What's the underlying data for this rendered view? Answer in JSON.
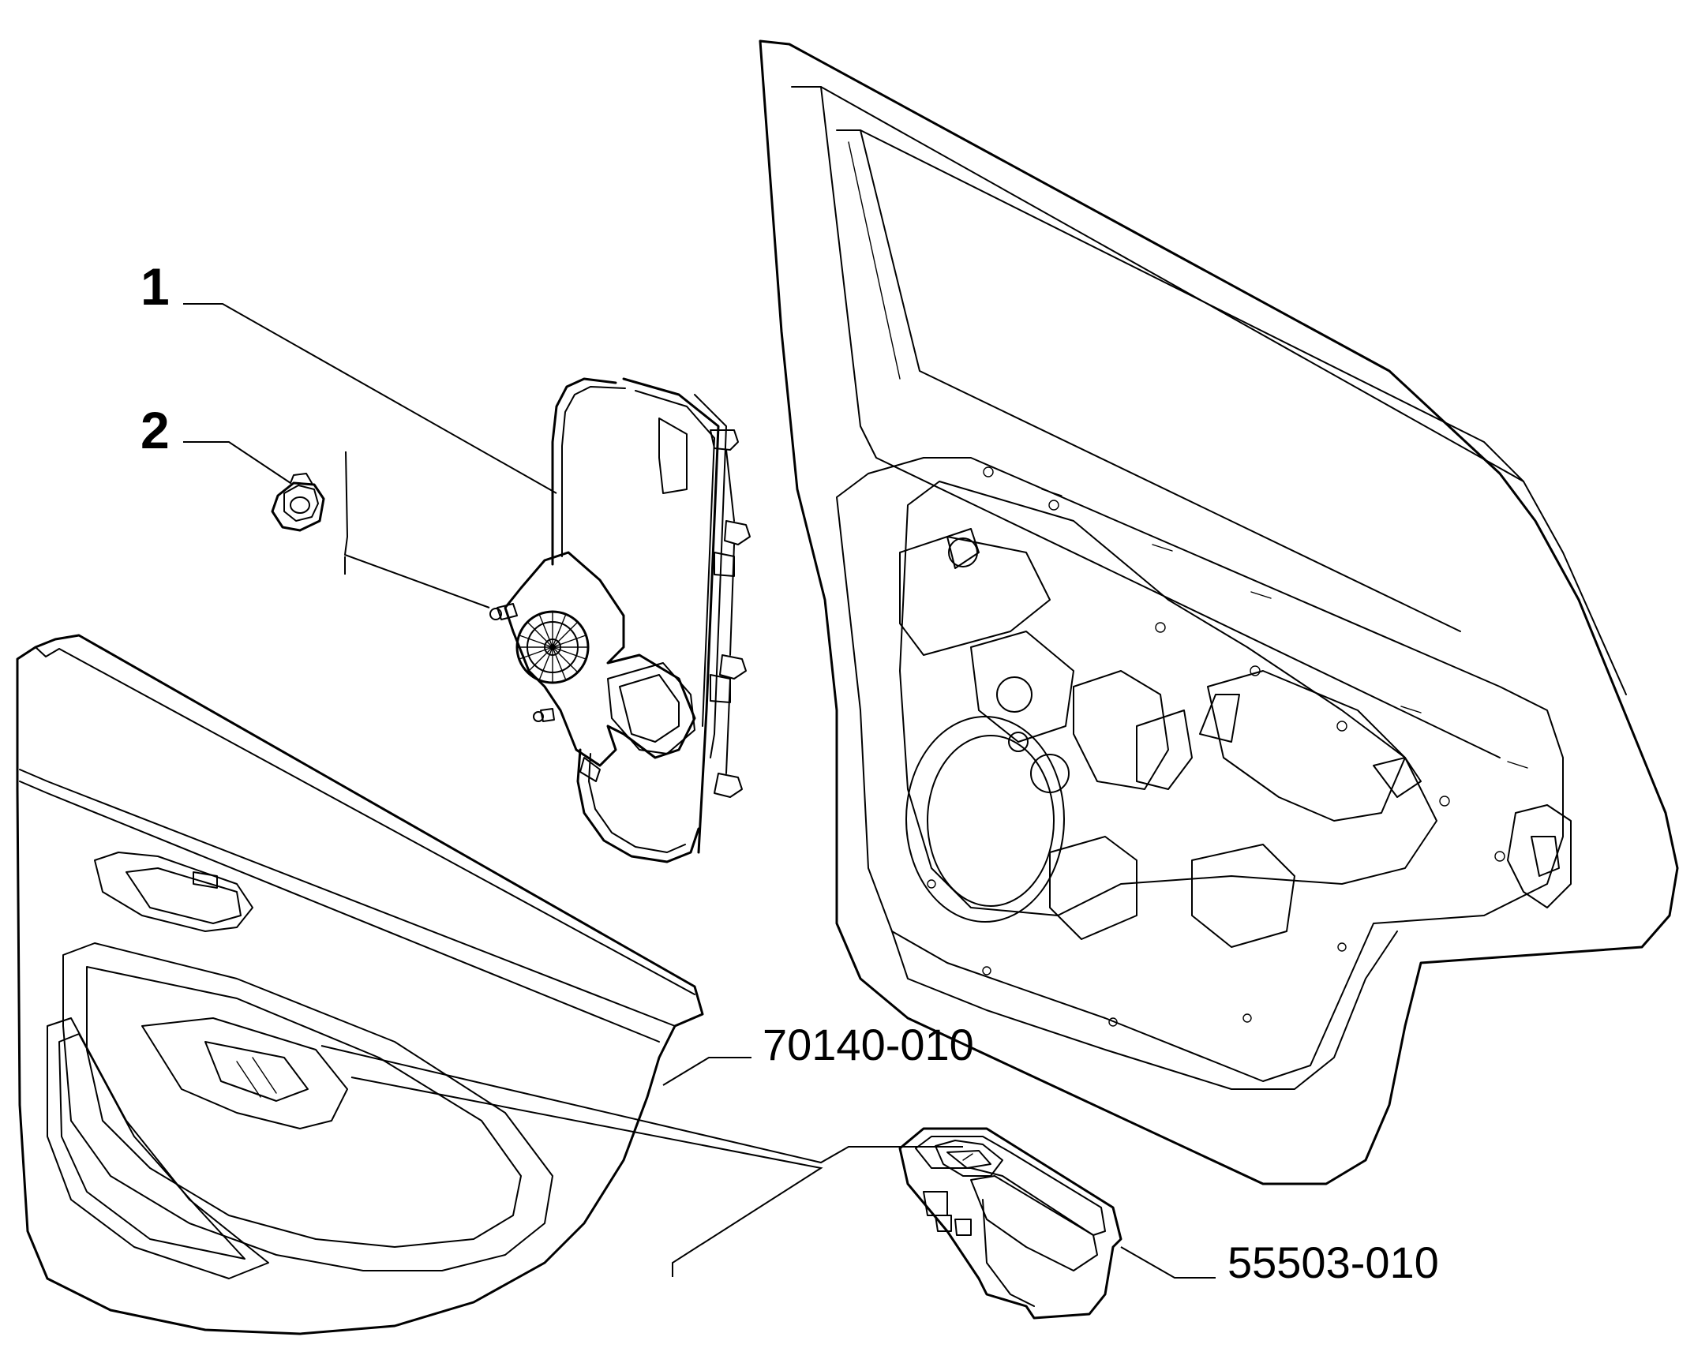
{
  "callouts": {
    "part_1": "1",
    "part_2": "2",
    "trim_panel_code": "70140-010",
    "switch_code": "55503-010"
  }
}
